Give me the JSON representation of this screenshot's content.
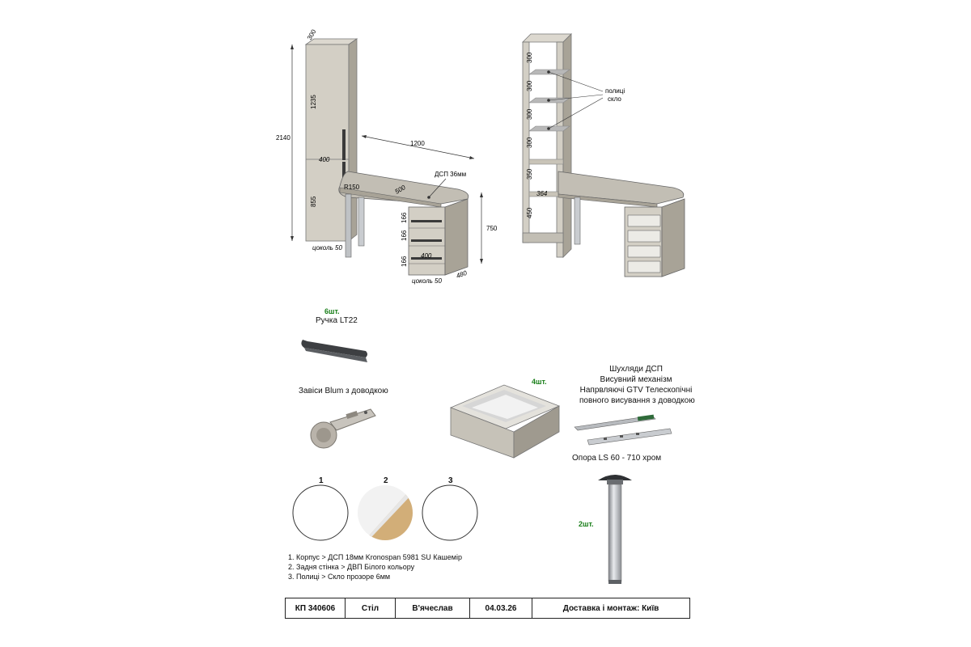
{
  "dimensions": {
    "cabinet_depth": "300",
    "total_height": "2140",
    "upper_door": "1235",
    "cabinet_width": "400",
    "lower_door": "855",
    "plinth_left": "цоколь 50",
    "desk_length": "1200",
    "desk_material": "ДСП 36мм",
    "corner_radius": "R150",
    "desk_depth": "500",
    "drawer_heights": [
      "166",
      "166",
      "166"
    ],
    "drawer_width": "400",
    "desk_height": "750",
    "plinth_right": "цоколь 50",
    "drawer_unit_depth": "480"
  },
  "shelf_view": {
    "spacings": [
      "300",
      "300",
      "300",
      "300",
      "350",
      "450"
    ],
    "inner_width": "364",
    "shelf_label": [
      "полиці",
      "скло"
    ]
  },
  "handle": {
    "quantity": "6шт.",
    "name": "Ручка LT22"
  },
  "hinge": {
    "name": "Завіси Blum з доводкою"
  },
  "drawer": {
    "quantity": "4шт."
  },
  "drawer_spec": {
    "lines": [
      "Шухляди ДСП",
      "Висувний механізм",
      "Напрвляючі GTV Телескопічні",
      "повного висування з доводкою"
    ]
  },
  "leg": {
    "name": "Опора LS 60 - 710 хром",
    "quantity": "2шт."
  },
  "swatches": [
    {
      "number": "1",
      "color": "#ffffff"
    },
    {
      "number": "2",
      "color": "#d2ae78"
    },
    {
      "number": "3",
      "color": "#ffffff"
    }
  ],
  "materials": [
    "1. Корпус > ДСП 18мм Kronospan 5981 SU Кашемір",
    "2. Задня стінка > ДВП Білого кольору",
    "3. Полиці > Скло прозоре 6мм"
  ],
  "title_block": {
    "order": "КП 340606",
    "item": "Стіл",
    "client": "В'ячеслав",
    "date": "04.03.26",
    "delivery": "Доставка і монтаж: Київ"
  },
  "colors": {
    "body": "#c9c4b8",
    "body_dark": "#a29d92",
    "dark_line": "#3a3a3a",
    "accent_qty": "#1a7f1a"
  }
}
